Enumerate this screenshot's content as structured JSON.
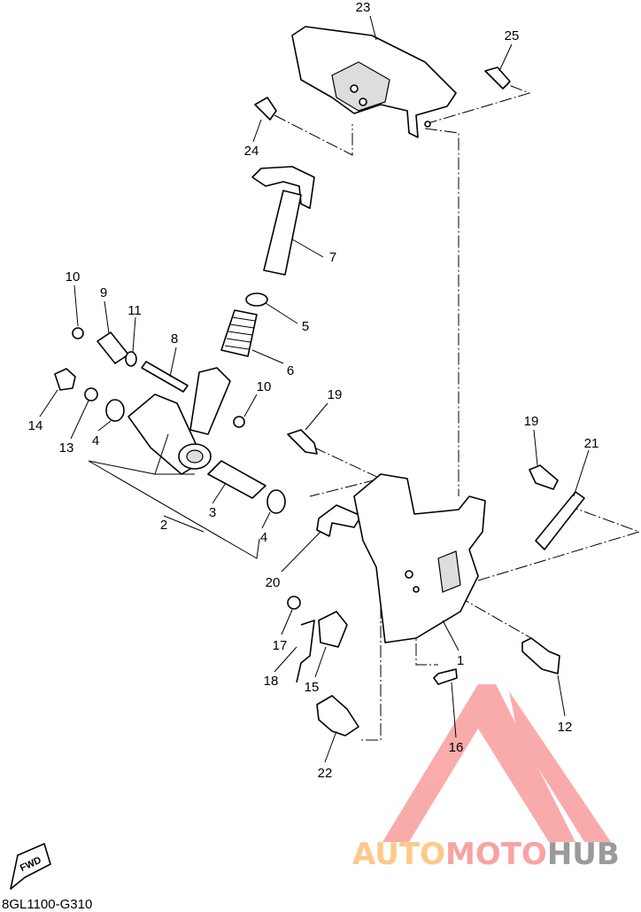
{
  "diagram": {
    "code": "8GL1100-G310",
    "fwd_label": "FWD",
    "callouts": [
      "1",
      "2",
      "3",
      "4",
      "4",
      "5",
      "6",
      "7",
      "8",
      "9",
      "10",
      "10",
      "11",
      "12",
      "13",
      "14",
      "15",
      "16",
      "17",
      "18",
      "19",
      "19",
      "20",
      "21",
      "22",
      "23",
      "24",
      "25"
    ]
  },
  "watermark": {
    "part1": "AUTO",
    "part2": "MOTO",
    "part3": "HUB",
    "colors": {
      "auto": "#fcc98a",
      "moto": "#f9a3a3",
      "hub": "#9a9a9a",
      "triangle": "#f9a3a3"
    }
  }
}
